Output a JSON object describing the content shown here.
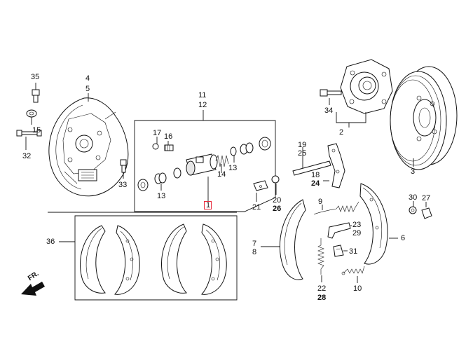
{
  "diagram": {
    "labels": {
      "l35": "35",
      "l4": "4",
      "l5": "5",
      "l15": "15",
      "l32": "32",
      "l33": "33",
      "l11": "11",
      "l12": "12",
      "l17": "17",
      "l16": "16",
      "l13a": "13",
      "l14": "14",
      "l13b": "13",
      "l1": "1",
      "l34": "34",
      "l2": "2",
      "l3": "3",
      "l19": "19",
      "l25": "25",
      "l18": "18",
      "l24": "24",
      "l21": "21",
      "l20": "20",
      "l26": "26",
      "l9": "9",
      "l23": "23",
      "l29": "29",
      "l31": "31",
      "l22": "22",
      "l28": "28",
      "l10": "10",
      "l7": "7",
      "l8": "8",
      "l6": "6",
      "l30": "30",
      "l27": "27",
      "l36": "36"
    },
    "direction": "FR."
  }
}
